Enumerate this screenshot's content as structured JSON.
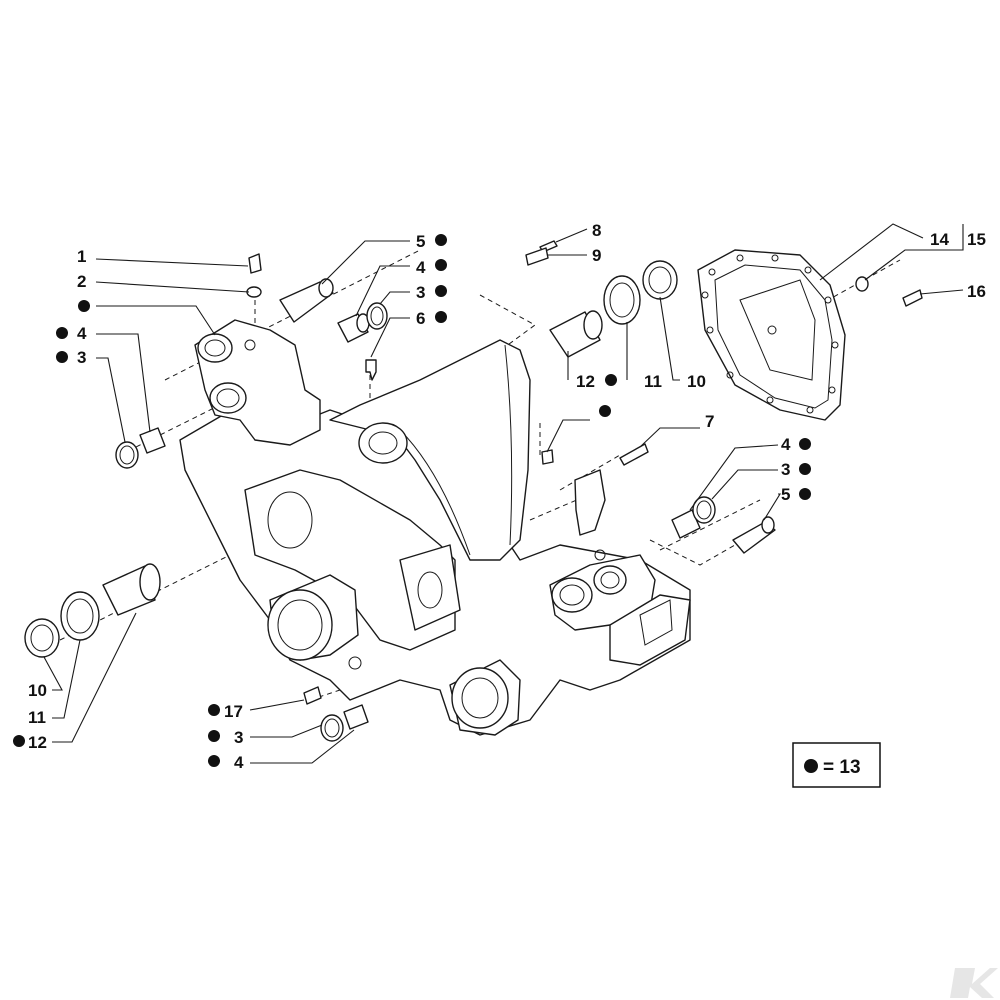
{
  "callouts": {
    "c1": "1",
    "c2": "2",
    "c3a": "3",
    "c4a": "4",
    "c5a": "5",
    "c4b": "4",
    "c3b": "3",
    "c6": "6",
    "c8": "8",
    "c9": "9",
    "c12a": "12",
    "c11a": "11",
    "c10a": "10",
    "c14": "14",
    "c15": "15",
    "c16": "16",
    "c7": "7",
    "c4c": "4",
    "c3c": "3",
    "c5c": "5",
    "c10b": "10",
    "c11b": "11",
    "c12b": "12",
    "c17": "17",
    "c3d": "3",
    "c4d": "4"
  },
  "legend": {
    "text": "= 13"
  },
  "watermark": "K"
}
